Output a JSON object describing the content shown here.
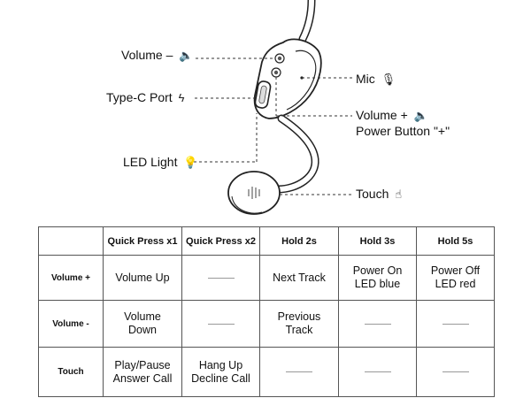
{
  "labels": {
    "volume_minus": "Volume –",
    "type_c": "Type-C Port",
    "led_light": "LED Light",
    "mic": "Mic",
    "volume_plus": "Volume +",
    "power_button": "Power Button \"+\"",
    "touch": "Touch"
  },
  "icons": {
    "speaker": "🔈",
    "lightning": "ϟ",
    "bulb": "💡",
    "mic": "🎙",
    "hand": "☝"
  },
  "table": {
    "headers": [
      "",
      "Quick Press x1",
      "Quick Press x2",
      "Hold 2s",
      "Hold 3s",
      "Hold 5s"
    ],
    "rows": [
      {
        "name": "Volume +",
        "cells": [
          "Volume Up",
          "",
          "Next Track",
          "Power On\nLED blue",
          "Power Off\nLED red"
        ]
      },
      {
        "name": "Volume -",
        "cells": [
          "Volume\nDown",
          "",
          "Previous\nTrack",
          "",
          ""
        ]
      },
      {
        "name": "Touch",
        "cells": [
          "Play/Pause\nAnswer Call",
          "Hang Up\nDecline Call",
          "",
          "",
          ""
        ]
      }
    ]
  }
}
